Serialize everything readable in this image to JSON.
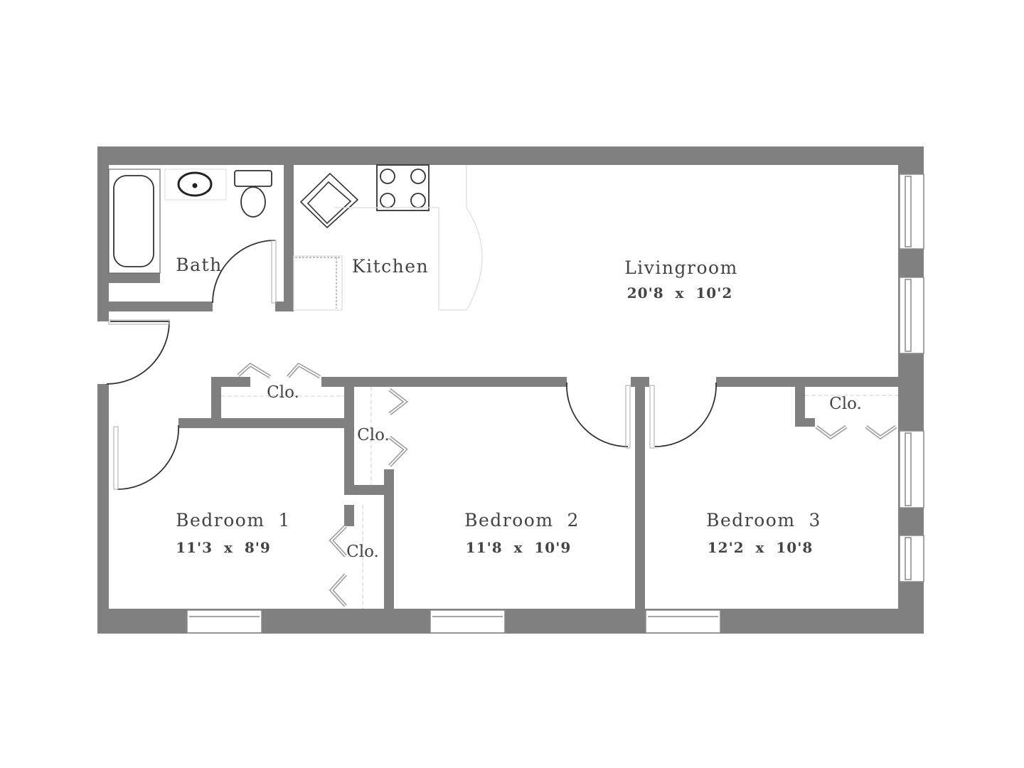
{
  "colors": {
    "wall": "#808080",
    "fixture": "#333333",
    "thin_line": "#c8c8c8",
    "text": "#444444",
    "background": "#ffffff"
  },
  "rooms": {
    "bath": {
      "label": "Bath"
    },
    "kitchen": {
      "label": "Kitchen"
    },
    "livingroom": {
      "label": "Livingroom",
      "dimensions": "20'8  x  10'2"
    },
    "bedroom1": {
      "label": "Bedroom  1",
      "dimensions": "11'3  x  8'9"
    },
    "bedroom2": {
      "label": "Bedroom  2",
      "dimensions": "11'8  x  10'9"
    },
    "bedroom3": {
      "label": "Bedroom  3",
      "dimensions": "12'2  x  10'8"
    }
  },
  "closets": [
    {
      "label": "Clo.",
      "location": "hall"
    },
    {
      "label": "Clo.",
      "location": "bedroom2-upper"
    },
    {
      "label": "Clo.",
      "location": "bedroom1-lower"
    },
    {
      "label": "Clo.",
      "location": "bedroom3"
    }
  ],
  "fixtures": [
    "bathtub-icon",
    "sink-icon",
    "toilet-icon",
    "kitchen-sink-icon",
    "stove-icon",
    "refrigerator-icon"
  ]
}
